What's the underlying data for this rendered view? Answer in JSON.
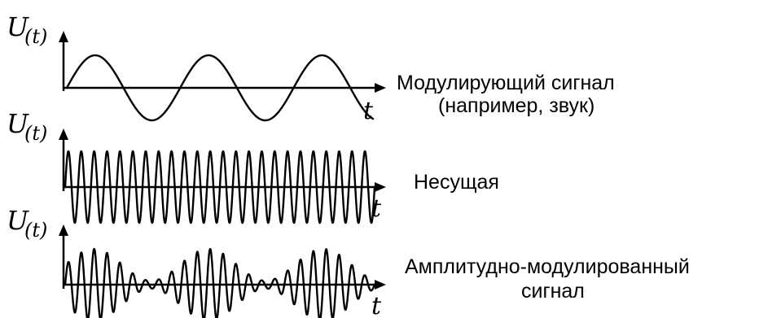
{
  "panels": [
    {
      "id": "modulating",
      "axis_letter": "U",
      "axis_sub": "(t)",
      "t_label": "t",
      "caption_lines": [
        "Модулирующий сигнал",
        "(например, звук)"
      ],
      "wave": {
        "kind": "sine",
        "cycles": 2.7,
        "amplitude": 1.0
      }
    },
    {
      "id": "carrier",
      "axis_letter": "U",
      "axis_sub": "(t)",
      "t_label": "t",
      "caption_lines": [
        "Несущая"
      ],
      "wave": {
        "kind": "carrier",
        "cycles": 24,
        "amplitude": 1.0
      }
    },
    {
      "id": "am",
      "axis_letter": "U",
      "axis_sub": "(t)",
      "t_label": "t",
      "caption_lines": [
        "Амплитудно-модулированный",
        "сигнал"
      ],
      "wave": {
        "kind": "am",
        "cycles": 24,
        "mod_cycles": 2.7,
        "depth": 0.8,
        "amplitude": 1.0
      }
    }
  ]
}
